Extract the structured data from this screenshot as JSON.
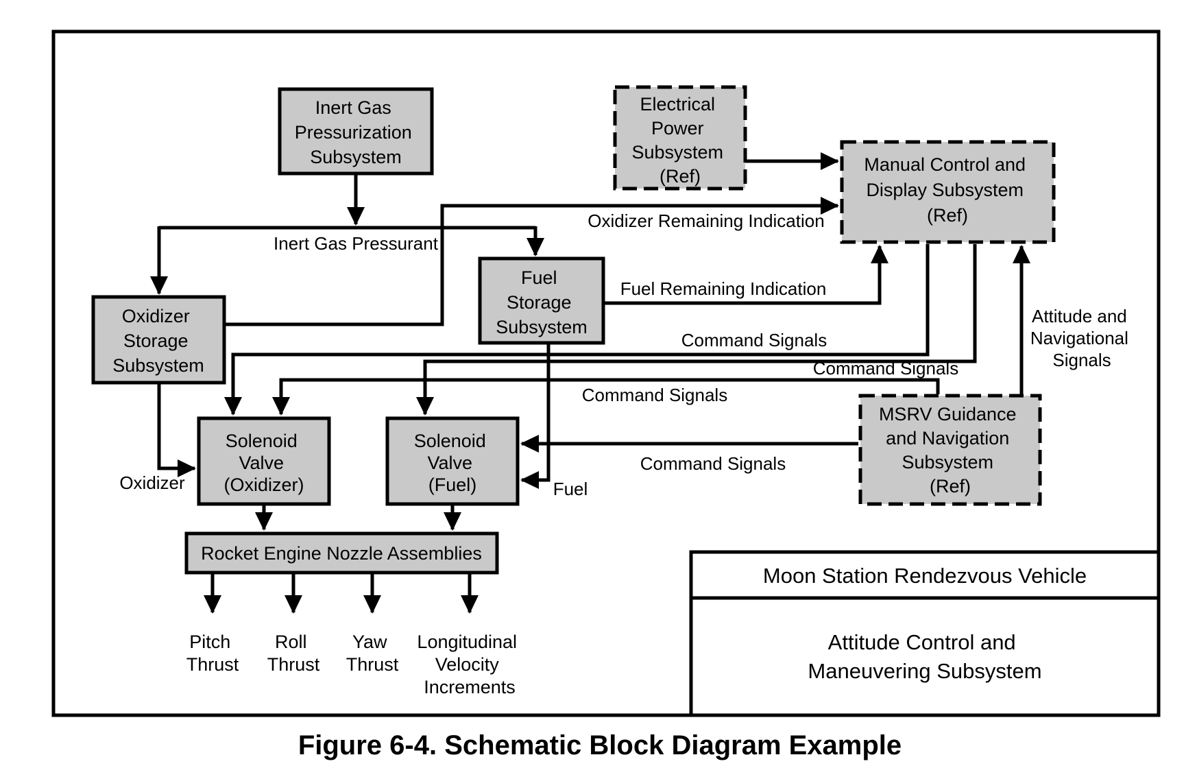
{
  "figure": {
    "caption": "Figure 6-4. Schematic Block Diagram Example"
  },
  "colors": {
    "background": "#ffffff",
    "box_fill": "#c9c9c9",
    "line": "#000000"
  },
  "boxes": {
    "inert_gas": {
      "style": "solid",
      "lines": [
        "Inert Gas",
        "Pressurization",
        "Subsystem"
      ]
    },
    "electrical_power": {
      "style": "dashed",
      "lines": [
        "Electrical",
        "Power",
        "Subsystem",
        "(Ref)"
      ]
    },
    "manual_control": {
      "style": "dashed",
      "lines": [
        "Manual Control and",
        "Display Subsystem",
        "(Ref)"
      ]
    },
    "fuel_storage": {
      "style": "solid",
      "lines": [
        "Fuel",
        "Storage",
        "Subsystem"
      ]
    },
    "oxidizer_storage": {
      "style": "solid",
      "lines": [
        "Oxidizer",
        "Storage",
        "Subsystem"
      ]
    },
    "solenoid_valve_oxidizer": {
      "style": "solid",
      "lines": [
        "Solenoid",
        "Valve",
        "(Oxidizer)"
      ]
    },
    "solenoid_valve_fuel": {
      "style": "solid",
      "lines": [
        "Solenoid",
        "Valve",
        "(Fuel)"
      ]
    },
    "msrv_guidance": {
      "style": "dashed",
      "lines": [
        "MSRV Guidance",
        "and Navigation",
        "Subsystem",
        "(Ref)"
      ]
    },
    "rocket_engine": {
      "style": "solid",
      "lines": [
        "Rocket Engine Nozzle Assemblies"
      ]
    }
  },
  "labels": {
    "inert_gas_pressurant": "Inert Gas Pressurant",
    "oxidizer_remaining_indication": "Oxidizer Remaining Indication",
    "fuel_remaining_indication": "Fuel Remaining Indication",
    "command_signals_mcd_to_oxidizer_valve": "Command Signals",
    "command_signals_mcd_to_fuel_valve": "Command Signals",
    "command_signals_msrv_to_oxidizer_valve": "Command Signals",
    "command_signals_msrv_to_fuel_valve": "Command Signals",
    "attitude_nav_signals": [
      "Attitude and",
      "Navigational",
      "Signals"
    ],
    "oxidizer": "Oxidizer",
    "fuel": "Fuel"
  },
  "outputs": [
    {
      "lines": [
        "Pitch",
        "Thrust"
      ]
    },
    {
      "lines": [
        "Roll",
        "Thrust"
      ]
    },
    {
      "lines": [
        "Yaw",
        "Thrust"
      ]
    },
    {
      "lines": [
        "Longitudinal",
        "Velocity",
        "Increments"
      ]
    }
  ],
  "title_block": {
    "vehicle_name": "Moon Station Rendezvous Vehicle",
    "subsystem_lines": [
      "Attitude Control and",
      "Maneuvering Subsystem"
    ]
  }
}
